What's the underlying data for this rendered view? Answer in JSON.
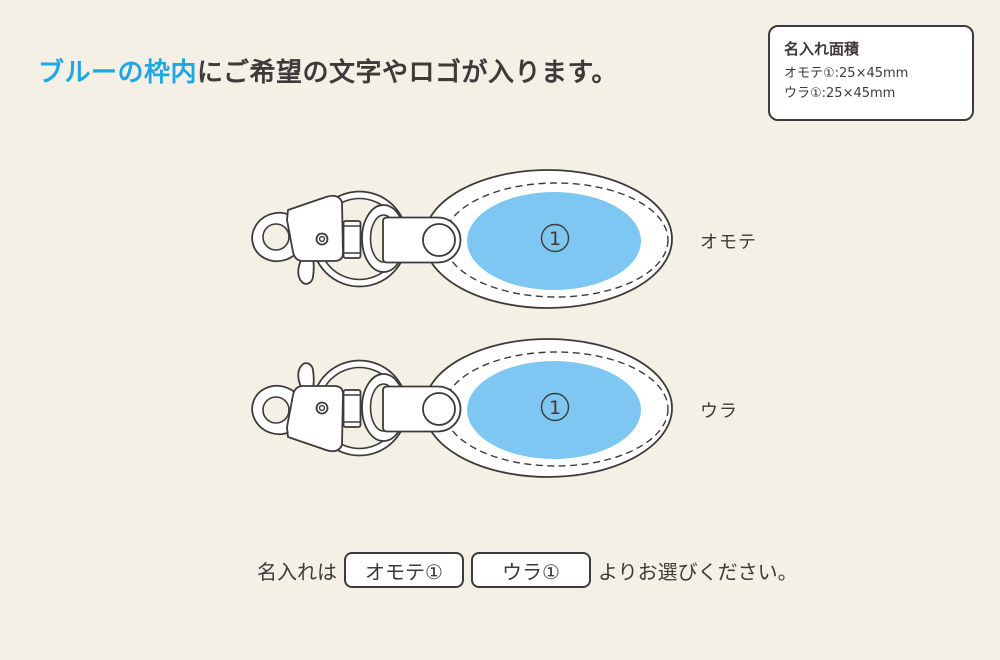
{
  "page": {
    "background": "#f4f0e6",
    "line_color": "#3e3a39",
    "accent_blue": "#1ea7e2",
    "print_area_blue": "#7dc7f2"
  },
  "heading": {
    "highlight": "ブルーの枠内",
    "rest": "にご希望の文字やロゴが入ります。"
  },
  "info_box": {
    "title": "名入れ面積",
    "lines": [
      "オモテ①:25×45mm",
      "ウラ①:25×45mm"
    ]
  },
  "keychains": [
    {
      "label": "オモテ",
      "area_number": "1"
    },
    {
      "label": "ウラ",
      "area_number": "1"
    }
  ],
  "footer": {
    "prefix": "名入れは",
    "options": [
      "オモテ①",
      "ウラ①"
    ],
    "suffix": "よりお選びください。"
  }
}
